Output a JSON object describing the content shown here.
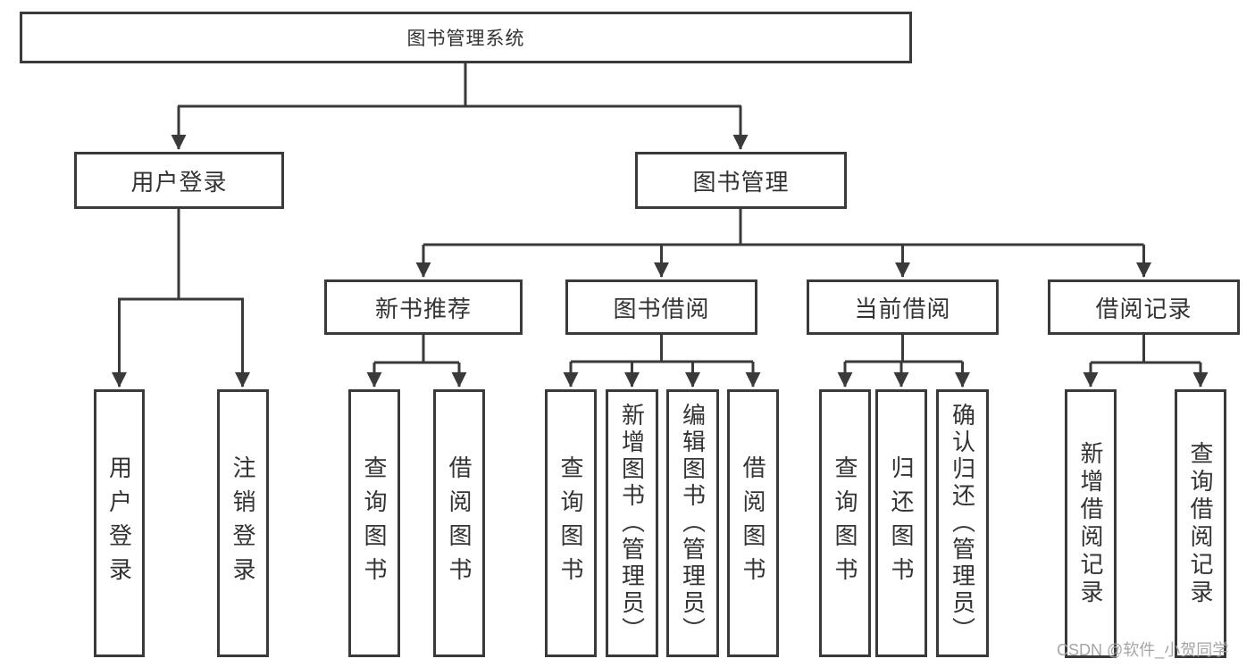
{
  "colors": {
    "background": "#ffffff",
    "line": "#3a3a3a",
    "box_border": "#3a3a3a",
    "text": "#333333",
    "watermark": "#a6a6a6"
  },
  "watermark": {
    "text": "CSDN @软件_小贺同学"
  },
  "tree": {
    "label": "图书管理系统",
    "children": [
      {
        "label": "用户登录",
        "children": [
          {
            "label": "用户登录"
          },
          {
            "label": "注销登录"
          }
        ]
      },
      {
        "label": "图书管理",
        "children": [
          {
            "label": "新书推荐",
            "children": [
              {
                "label": "查询图书"
              },
              {
                "label": "借阅图书"
              }
            ]
          },
          {
            "label": "图书借阅",
            "children": [
              {
                "label": "查询图书"
              },
              {
                "label": "新增图书（管理员）"
              },
              {
                "label": "编辑图书（管理员）"
              },
              {
                "label": "借阅图书"
              }
            ]
          },
          {
            "label": "当前借阅",
            "children": [
              {
                "label": "查询图书"
              },
              {
                "label": "归还图书"
              },
              {
                "label": "确认归还（管理员）"
              }
            ]
          },
          {
            "label": "借阅记录",
            "children": [
              {
                "label": "新增借阅记录"
              },
              {
                "label": "查询借阅记录"
              }
            ]
          }
        ]
      }
    ]
  }
}
